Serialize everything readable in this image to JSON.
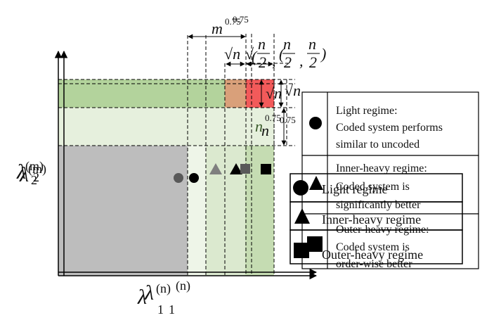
{
  "axes": {
    "y_label": "λ",
    "y_label_ghost": "λ",
    "y_sub": "2",
    "y_sub_ghost": "2",
    "y_sup": "(m)",
    "y_sup_ghost": "(m)",
    "x_label": "λ",
    "x_label_ghost": "λ",
    "x_sub": "1",
    "x_sub_ghost": "1",
    "x_sup": "(n)",
    "x_sup_ghost": "(n)"
  },
  "annotations": {
    "m_exp_base": "m",
    "m_exp_sup": "0.75",
    "m_exp_sup_ghost": "0.75",
    "sqrt_n_a": "√n",
    "sqrt_n_b": "√",
    "frac_open": "(",
    "frac_n_top": "n",
    "frac_n_bottom": "2",
    "comma": ",",
    "frac_n2_top": "n",
    "frac_n2_bottom": "2",
    "frac_close": ")",
    "sqrt_n_right_a": "√n",
    "sqrt_n_right_b": "√n",
    "n_exp_base": "n",
    "n_exp_sup": "0.75",
    "n_exp_sup_ghost": "0.75"
  },
  "legend_upper": {
    "light_line1": "Light regime:",
    "light_line2": "Coded system performs",
    "light_line3": "similar to uncoded",
    "inner_line1": "Inner-heavy regime:",
    "inner_line2": "Coded system is",
    "inner_line3": "significantly better",
    "outer_line1": "Outer-heavy regime:",
    "outer_line2": "Coded system is",
    "outer_line3": "order-wise better"
  },
  "legend_lower": {
    "light": "Light regime",
    "inner": "Inner-heavy regime",
    "outer": "Outer-heavy regime"
  },
  "colors": {
    "gray_region": "#bdbdbd",
    "light_green": "#e6f0dd",
    "mid_green": "#c5dcb2",
    "band_green": "#b3d39c",
    "band_orange": "#d9a07a",
    "band_red": "#f25a5a",
    "marker_dark": "#000000",
    "marker_gray": "#595959",
    "marker_lightgray": "#7f7f7f"
  }
}
